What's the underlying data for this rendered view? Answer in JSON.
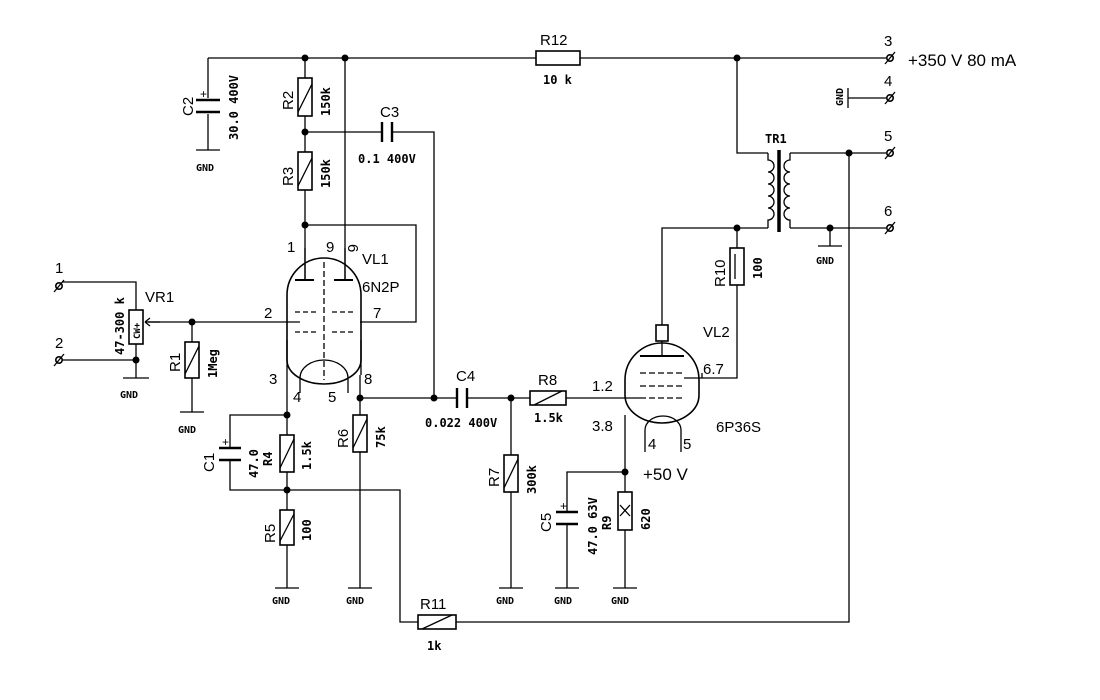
{
  "components": {
    "R12": {
      "ref": "R12",
      "value": "10 k"
    },
    "R2": {
      "ref": "R2",
      "value": "150k"
    },
    "R3": {
      "ref": "R3",
      "value": "150k"
    },
    "C2": {
      "ref": "C2",
      "value": "30.0 400V"
    },
    "C3": {
      "ref": "C3",
      "value": "0.1 400V"
    },
    "VL1": {
      "ref": "VL1",
      "type": "6N2P"
    },
    "VR1": {
      "ref": "VR1",
      "value": "47-300 k",
      "mark": "CW+"
    },
    "R1": {
      "ref": "R1",
      "value": "1Meg"
    },
    "C1": {
      "ref": "C1",
      "value": "47.0"
    },
    "R4": {
      "ref": "R4",
      "value": "1.5k"
    },
    "R5": {
      "ref": "R5",
      "value": "100"
    },
    "R6": {
      "ref": "R6",
      "value": "75k"
    },
    "C4": {
      "ref": "C4",
      "value": "0.022 400V"
    },
    "R8": {
      "ref": "R8",
      "value": "1.5k"
    },
    "R7": {
      "ref": "R7",
      "value": "300k"
    },
    "C5": {
      "ref": "C5",
      "value": "47.0 63V"
    },
    "R9": {
      "ref": "R9",
      "value": "620"
    },
    "R10": {
      "ref": "R10",
      "value": "100"
    },
    "VL2": {
      "ref": "VL2",
      "type": "6P36S"
    },
    "TR1": {
      "ref": "TR1"
    },
    "R11": {
      "ref": "R11",
      "value": "1k"
    }
  },
  "pins": {
    "vl1": [
      "1",
      "9",
      "6",
      "2",
      "7",
      "3",
      "4",
      "5",
      "8"
    ],
    "vl2": [
      "1.2",
      "6.7",
      "3.8",
      "4",
      "5"
    ]
  },
  "terminals": [
    "1",
    "2",
    "3",
    "4",
    "5",
    "6"
  ],
  "labels": {
    "supply": "+350 V 80 mA",
    "cathode_voltage": "+50 V",
    "gnd": "GND"
  }
}
